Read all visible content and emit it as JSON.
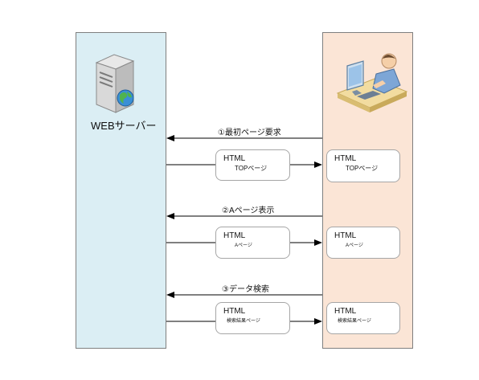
{
  "server": {
    "title": "WEBサーバー",
    "icon": "server-globe-icon"
  },
  "client": {
    "icon": "user-at-computer-icon"
  },
  "messages": [
    {
      "label": "①最初ページ要求"
    },
    {
      "label": "②Aページ表示"
    },
    {
      "label": "③データ検索"
    }
  ],
  "responses": [
    {
      "line1": "HTML",
      "line2": "TOPページ"
    },
    {
      "line1": "HTML",
      "line2": "Aページ"
    },
    {
      "line1": "HTML",
      "line2": "検索結果ページ"
    }
  ],
  "colors": {
    "server_lane": "#dbeef4",
    "client_lane": "#fbe5d6",
    "arrow": "#000000"
  }
}
